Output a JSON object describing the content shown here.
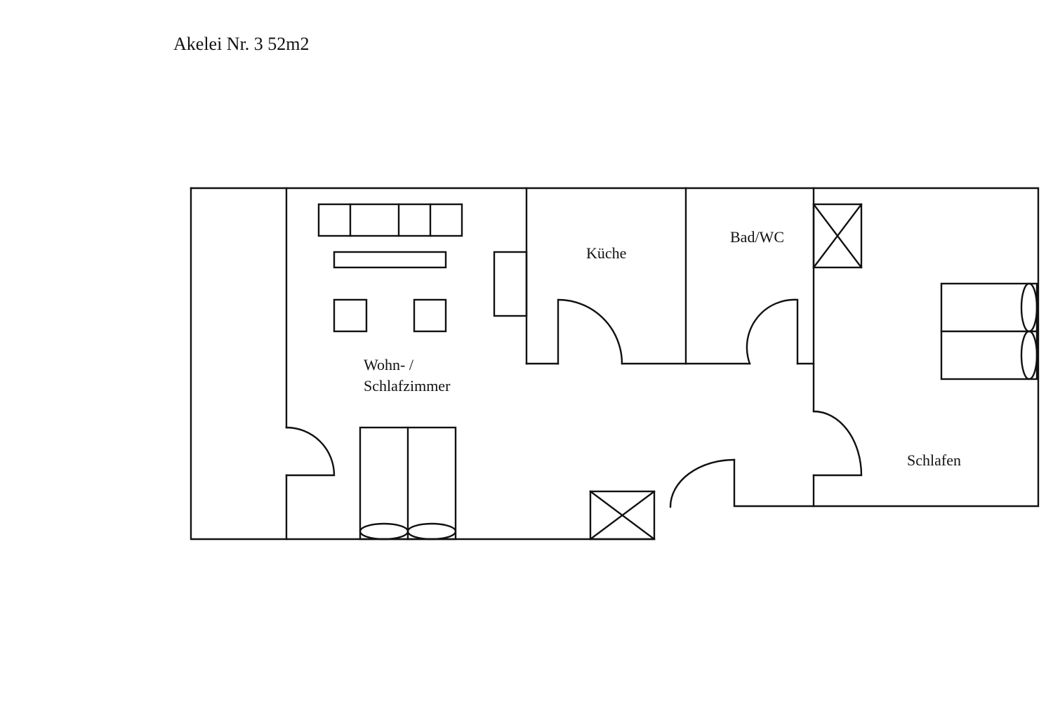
{
  "title": "Akelei Nr. 3 52m2",
  "rooms": {
    "living_line1": "Wohn- /",
    "living_line2": "Schlafzimmer",
    "kitchen": "Küche",
    "bath": "Bad/WC",
    "bedroom": "Schlafen"
  },
  "colors": {
    "line": "#111111",
    "background": "#ffffff"
  }
}
